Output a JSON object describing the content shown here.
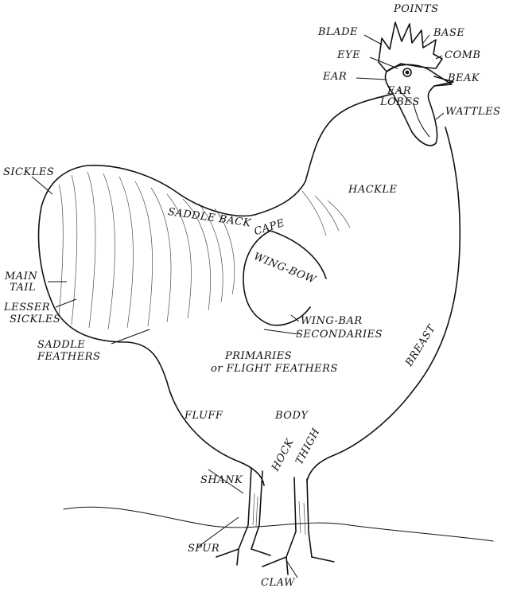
{
  "labels": {
    "points": "POINTS",
    "blade": "BLADE",
    "base": "BASE",
    "eye": "EYE",
    "comb": "COMB",
    "ear": "EAR",
    "beak": "BEAK",
    "ear_lobes_1": "EAR",
    "ear_lobes_2": "LOBES",
    "wattles": "WATTLES",
    "sickles": "SICKLES",
    "hackle": "HACKLE",
    "saddle_back": "SADDLE  BACK",
    "cape": "CAPE",
    "wing_bow": "WING-BOW",
    "main_tail_1": "MAIN",
    "main_tail_2": "TAIL",
    "lesser_sickles_1": "LESSER",
    "lesser_sickles_2": "SICKLES",
    "wing_bar": "WING-BAR",
    "secondaries": "SECONDARIES",
    "saddle_feathers_1": "SADDLE",
    "saddle_feathers_2": "FEATHERS",
    "breast": "BREAST",
    "primaries_1": "PRIMARIES",
    "primaries_2": "or FLIGHT FEATHERS",
    "fluff": "FLUFF",
    "body": "BODY",
    "hock": "HOCK",
    "thigh": "THIGH",
    "shank": "SHANK",
    "spur": "SPUR",
    "claw": "CLAW"
  },
  "colors": {
    "ink": "#111111",
    "paper": "#ffffff"
  }
}
